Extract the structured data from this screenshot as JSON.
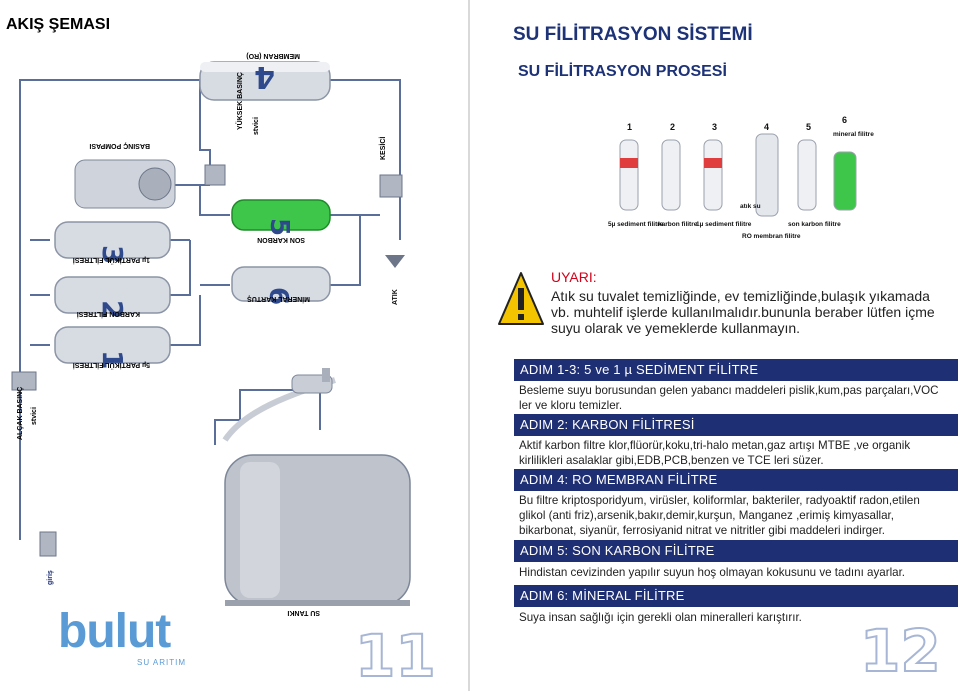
{
  "left": {
    "title": "AKIŞ ŞEMASI",
    "labels": {
      "membran": "MEMBRAN (RO)",
      "basinc_pompasi": "BASINÇ POMPASI",
      "yuksek_basinc": "YÜKSEK BASINÇ",
      "stvici": "stvici",
      "kesici": "KESİCİ",
      "filter3": "1µ PARTİKÜL FİLTRESİ",
      "filter2": "KARBON FİLTRESİ",
      "filter1": "5µ PARTİKÜL FİLTRESİ",
      "filter5": "SON KARBON",
      "filter6": "MİNERAL KARTUŞ",
      "atik": "ATIK",
      "alcak_basinc": "ALÇAK BASINÇ",
      "giris": "giriş",
      "su_tanki": "SU TANKI",
      "n1": "1",
      "n2": "2",
      "n3": "3",
      "n4": "4",
      "n5": "5",
      "n6": "6"
    },
    "logo": {
      "name": "bulut",
      "sub": "SU ARITIM"
    },
    "page_number": "11"
  },
  "right": {
    "title": "SU FİLİTRASYON SİSTEMİ",
    "subtitle": "SU FİLİTRASYON PROSESİ",
    "diagram": {
      "numbers": [
        "1",
        "2",
        "3",
        "4",
        "5",
        "6"
      ],
      "labels": {
        "l1": "5µ sediment filitre",
        "l2": "karbon filitre",
        "l3": "1µ sediment filitre",
        "l4": "RO membran filitre",
        "l5": "son karbon filitre",
        "l6": "mineral filitre",
        "atik": "atık su"
      }
    },
    "warning": {
      "title": "UYARI:",
      "text": "Atık su tuvalet temizliğinde, ev temizliğinde,bulaşık yıkamada vb. muhtelif işlerde kullanılmalıdır.bununla beraber lütfen içme suyu olarak ve yemeklerde kullanmayın."
    },
    "steps": [
      {
        "heading": "ADIM 1-3: 5 ve 1 µ SEDİMENT FİLİTRE",
        "text": "Besleme suyu borusundan gelen yabancı maddeleri pislik,kum,pas parçaları,VOC ler ve kloru temizler."
      },
      {
        "heading": "ADIM 2: KARBON FİLİTRESİ",
        "text": "Aktif karbon filtre klor,flüorür,koku,tri-halo metan,gaz artışı MTBE ,ve organik kirlilikleri asalaklar gibi,EDB,PCB,benzen ve TCE leri süzer."
      },
      {
        "heading": "ADIM 4: RO MEMBRAN FİLİTRE",
        "text": "Bu filtre kriptosporidyum, virüsler, koliformlar, bakteriler, radyoaktif radon,etilen glikol (anti friz),arsenik,bakır,demir,kurşun, Manganez ,erimiş kimyasallar, bikarbonat, siyanür, ferrosiyanid nitrat ve nitritler gibi maddeleri indirger."
      },
      {
        "heading": "ADIM 5: SON KARBON FİLİTRE",
        "text": "Hindistan cevizinden yapılır suyun hoş olmayan kokusunu ve tadını ayarlar."
      },
      {
        "heading": "ADIM 6: MİNERAL FİLİTRE",
        "text": "Suya insan sağlığı için gerekli olan mineralleri karıştırır."
      }
    ],
    "page_number": "12"
  }
}
